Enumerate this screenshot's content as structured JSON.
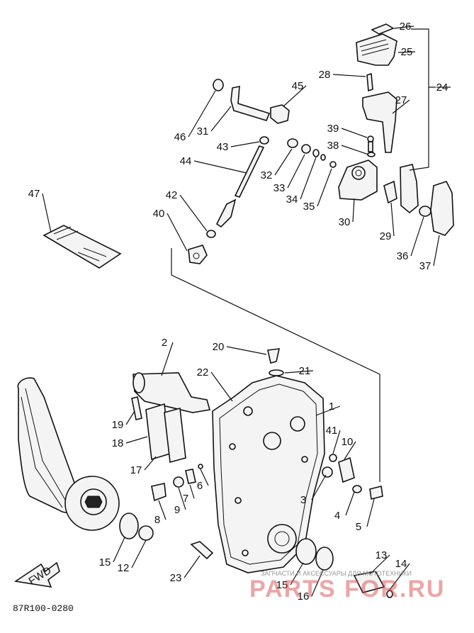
{
  "diagram": {
    "code": "87R100-0280",
    "fwd_label": "FWD",
    "watermark_top": "ЗАПЧАСТИ И АКСЕССУАРЫ ДЛЯ МОТОТЕХНИКИ",
    "watermark_main": "PARTS FOR.RU",
    "callouts": [
      "1",
      "2",
      "3",
      "4",
      "5",
      "6",
      "7",
      "8",
      "9",
      "10",
      "12",
      "13",
      "14",
      "15",
      "15",
      "16",
      "17",
      "18",
      "19",
      "20",
      "21",
      "22",
      "23",
      "24",
      "25",
      "26",
      "27",
      "28",
      "29",
      "30",
      "31",
      "32",
      "33",
      "34",
      "35",
      "36",
      "37",
      "38",
      "39",
      "40",
      "41",
      "42",
      "43",
      "44",
      "45",
      "46",
      "47"
    ]
  }
}
